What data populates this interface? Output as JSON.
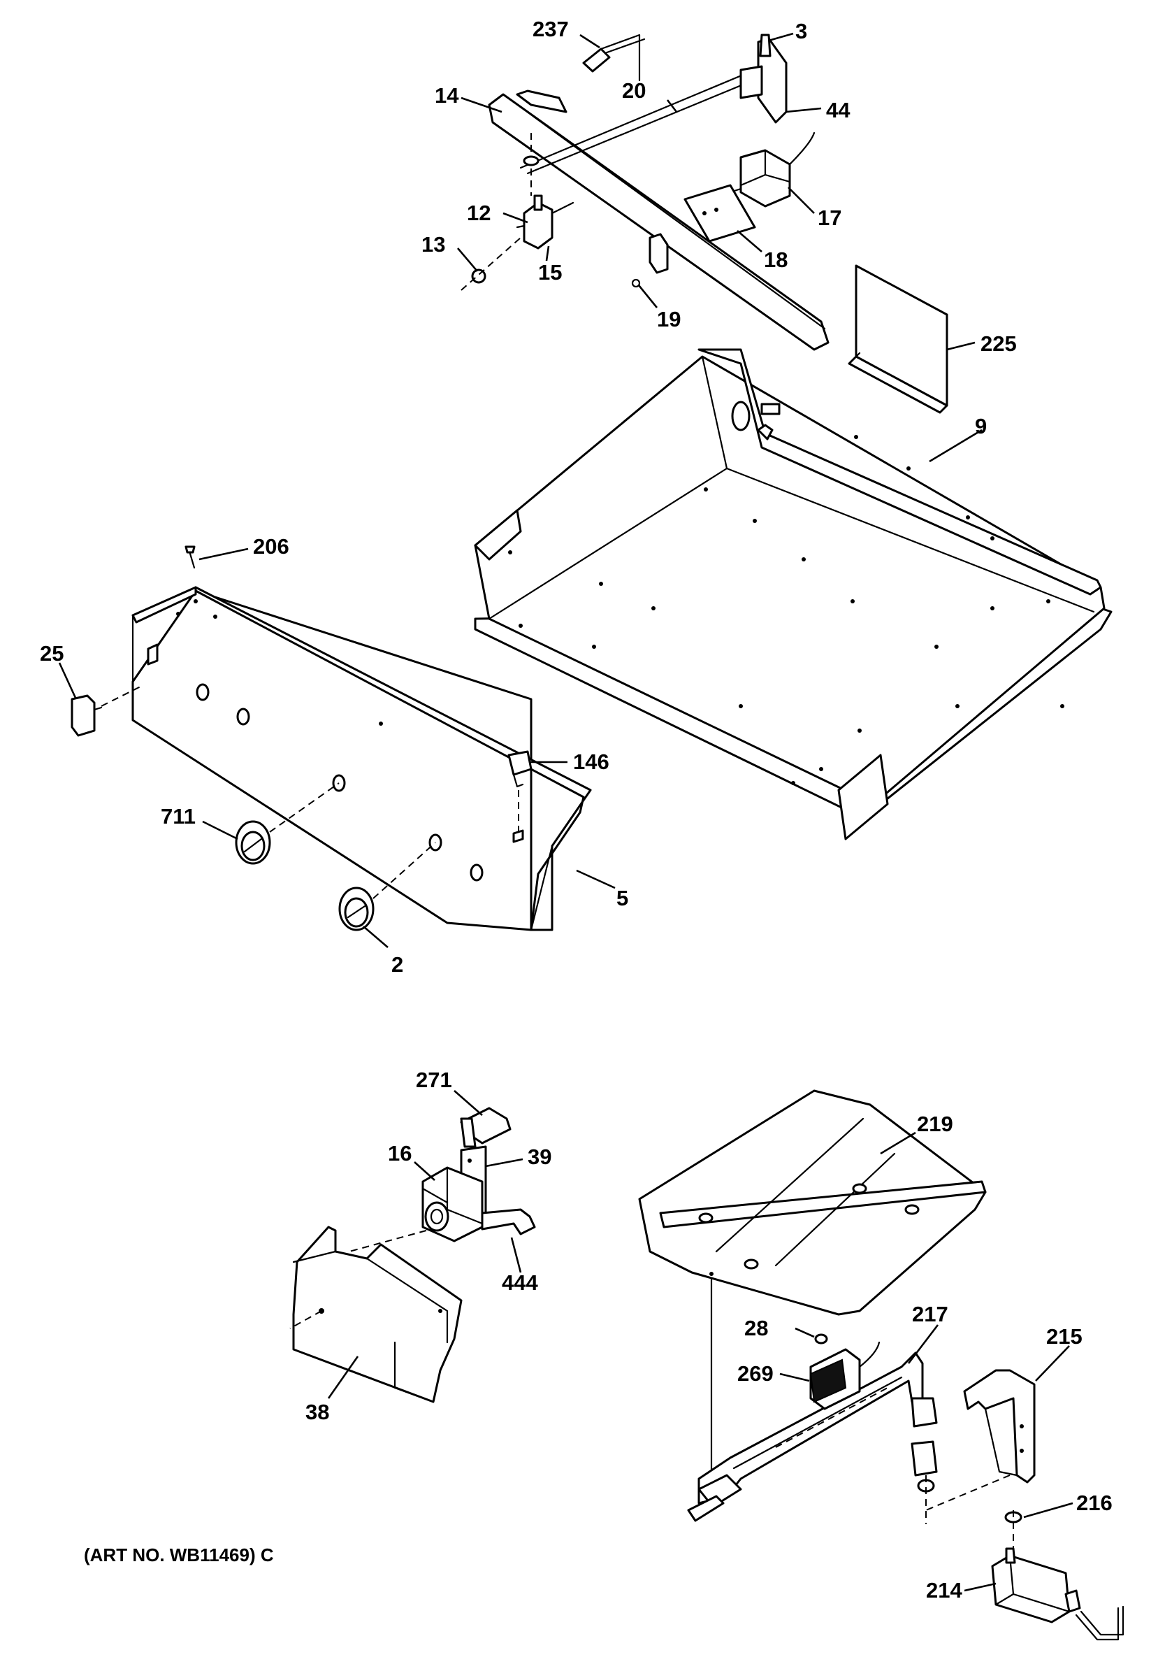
{
  "callouts": [
    {
      "id": "237",
      "label": "237"
    },
    {
      "id": "3",
      "label": "3"
    },
    {
      "id": "14",
      "label": "14"
    },
    {
      "id": "20",
      "label": "20"
    },
    {
      "id": "44",
      "label": "44"
    },
    {
      "id": "12",
      "label": "12"
    },
    {
      "id": "17",
      "label": "17"
    },
    {
      "id": "13",
      "label": "13"
    },
    {
      "id": "15",
      "label": "15"
    },
    {
      "id": "18",
      "label": "18"
    },
    {
      "id": "19",
      "label": "19"
    },
    {
      "id": "225",
      "label": "225"
    },
    {
      "id": "9",
      "label": "9"
    },
    {
      "id": "206",
      "label": "206"
    },
    {
      "id": "25",
      "label": "25"
    },
    {
      "id": "146",
      "label": "146"
    },
    {
      "id": "711",
      "label": "711"
    },
    {
      "id": "5",
      "label": "5"
    },
    {
      "id": "2",
      "label": "2"
    },
    {
      "id": "271",
      "label": "271"
    },
    {
      "id": "16",
      "label": "16"
    },
    {
      "id": "39",
      "label": "39"
    },
    {
      "id": "219",
      "label": "219"
    },
    {
      "id": "444",
      "label": "444"
    },
    {
      "id": "38",
      "label": "38"
    },
    {
      "id": "28",
      "label": "28"
    },
    {
      "id": "217",
      "label": "217"
    },
    {
      "id": "215",
      "label": "215"
    },
    {
      "id": "269",
      "label": "269"
    },
    {
      "id": "216",
      "label": "216"
    },
    {
      "id": "214",
      "label": "214"
    }
  ],
  "art_number": "(ART NO. WB11469) C"
}
